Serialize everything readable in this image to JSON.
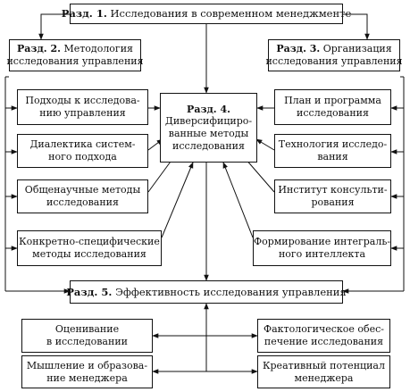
{
  "nodes": {
    "razd1": {
      "bold": "Разд. 1.",
      "text": "Исследования в современном менеджменте"
    },
    "razd2": {
      "bold": "Разд. 2.",
      "line1": "Методология",
      "line2": "исследования управления"
    },
    "razd3": {
      "bold": "Разд. 3.",
      "line1": "Организация",
      "line2": "исследования управления"
    },
    "razd4": {
      "bold": "Разд. 4.",
      "line2": "Диверсифициро-",
      "line3": "ванные методы",
      "line4": "исследования"
    },
    "razd5": {
      "bold": "Разд. 5.",
      "text": "Эффективность исследования управления"
    },
    "approaches": {
      "line1": "Подходы к исследова-",
      "line2": "нию управления"
    },
    "dialectics": {
      "line1": "Диалектика систем-",
      "line2": "ного подхода"
    },
    "general_methods": {
      "line1": "Общенаучные методы",
      "line2": "исследования"
    },
    "specific_methods": {
      "line1": "Конкретно-специфические",
      "line2": "методы исследования"
    },
    "plan": {
      "line1": "План и программа",
      "line2": "исследования"
    },
    "technology": {
      "line1": "Технология исследо-",
      "line2": "вания"
    },
    "consulting": {
      "line1": "Институт консульти-",
      "line2": "рования"
    },
    "intellect": {
      "line1": "Формирование интеграль-",
      "line2": "ного интеллекта"
    },
    "evaluation": {
      "line1": "Оценивание",
      "line2": "в исследовании"
    },
    "factual": {
      "line1": "Фактологическое обес-",
      "line2": "печение исследования"
    },
    "thinking": {
      "line1": "Мышление и образова-",
      "line2": "ние менеджера"
    },
    "creative": {
      "line1": "Креативный потенциал",
      "line2": "менеджера"
    }
  },
  "colors": {
    "line": "#111111",
    "background": "#ffffff"
  }
}
